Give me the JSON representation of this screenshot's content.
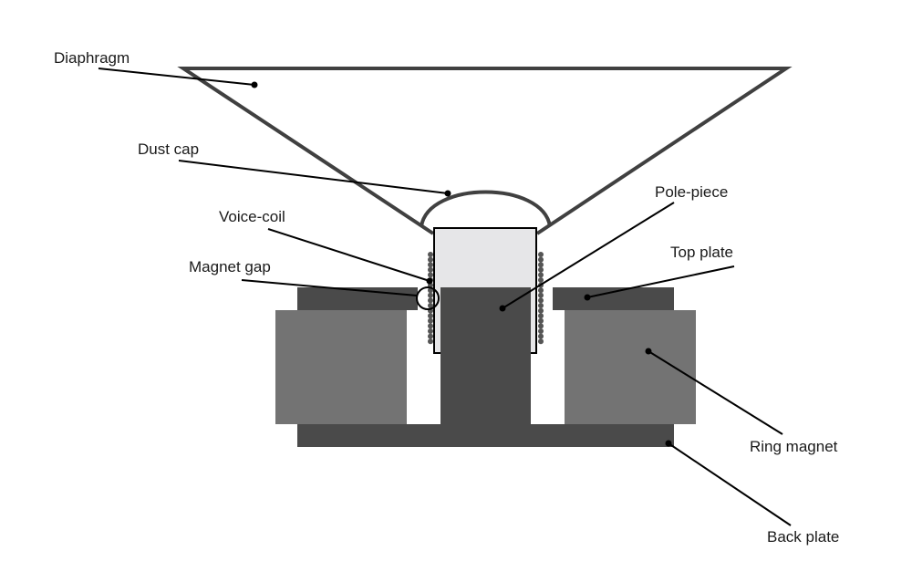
{
  "title": "Loudspeaker cross-section",
  "colors": {
    "dark": "#4a4a4a",
    "mid": "#737373",
    "former": "#e6e6e8",
    "cone": "#404040"
  },
  "labels": {
    "diaphragm": "Diaphragm",
    "dust_cap": "Dust cap",
    "voice_coil": "Voice-coil",
    "magnet_gap": "Magnet gap",
    "pole_piece": "Pole-piece",
    "top_plate": "Top plate",
    "ring_magnet": "Ring magnet",
    "back_plate": "Back plate"
  }
}
